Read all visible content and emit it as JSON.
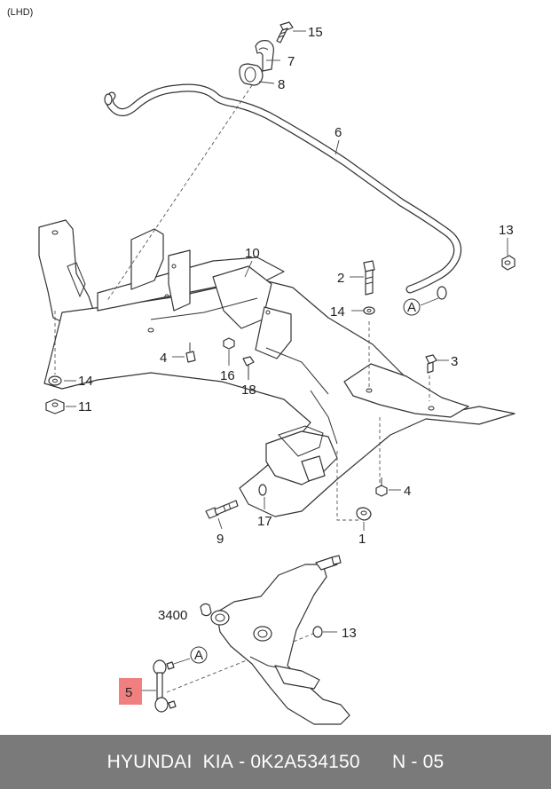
{
  "diagram": {
    "header_note": "(LHD)",
    "callouts": {
      "c15": "15",
      "c7": "7",
      "c8": "8",
      "c6": "6",
      "c13a": "13",
      "c2": "2",
      "c14a": "14",
      "cA1": "A",
      "c10": "10",
      "c3": "3",
      "c4a": "4",
      "c16": "16",
      "c18": "18",
      "c14b": "14",
      "c11": "11",
      "c9": "9",
      "c17": "17",
      "c4b": "4",
      "c1": "1",
      "c3400": "3400",
      "c13b": "13",
      "cA2": "A",
      "c5": "5"
    },
    "highlight_color": "#f08080"
  },
  "footer": {
    "brand": "HYUNDAI  KIA",
    "part_number": "- 0K2A534150",
    "page_ref": "N - 05"
  }
}
